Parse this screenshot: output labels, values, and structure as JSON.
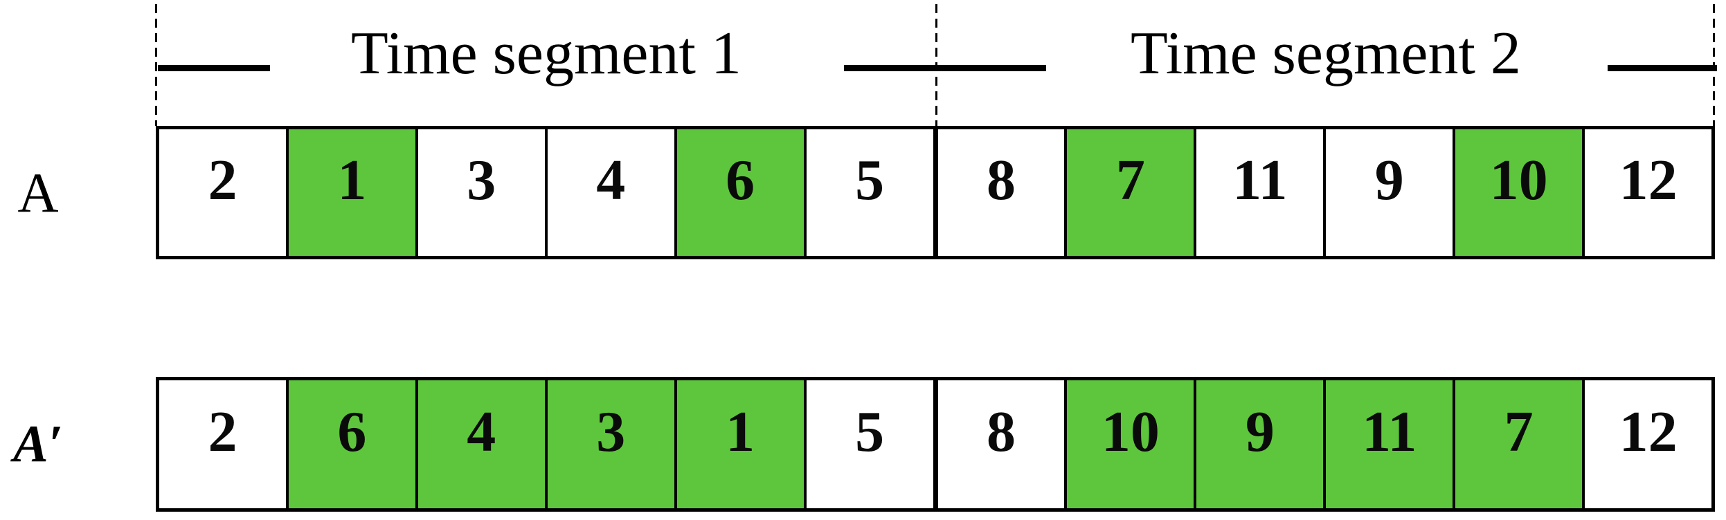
{
  "figure": {
    "segments": [
      {
        "label": "Time segment 1"
      },
      {
        "label": "Time segment 2"
      }
    ],
    "cells_per_segment": 6,
    "rows": [
      {
        "label": "A",
        "cells": [
          {
            "value": "2",
            "highlighted": false
          },
          {
            "value": "1",
            "highlighted": true
          },
          {
            "value": "3",
            "highlighted": false
          },
          {
            "value": "4",
            "highlighted": false
          },
          {
            "value": "6",
            "highlighted": true
          },
          {
            "value": "5",
            "highlighted": false
          },
          {
            "value": "8",
            "highlighted": false
          },
          {
            "value": "7",
            "highlighted": true
          },
          {
            "value": "11",
            "highlighted": false
          },
          {
            "value": "9",
            "highlighted": false
          },
          {
            "value": "10",
            "highlighted": true
          },
          {
            "value": "12",
            "highlighted": false
          }
        ]
      },
      {
        "label": "A′",
        "cells": [
          {
            "value": "2",
            "highlighted": false
          },
          {
            "value": "6",
            "highlighted": true
          },
          {
            "value": "4",
            "highlighted": true
          },
          {
            "value": "3",
            "highlighted": true
          },
          {
            "value": "1",
            "highlighted": true
          },
          {
            "value": "5",
            "highlighted": false
          },
          {
            "value": "8",
            "highlighted": false
          },
          {
            "value": "10",
            "highlighted": true
          },
          {
            "value": "9",
            "highlighted": true
          },
          {
            "value": "11",
            "highlighted": true
          },
          {
            "value": "7",
            "highlighted": true
          },
          {
            "value": "12",
            "highlighted": false
          }
        ]
      }
    ],
    "colors": {
      "highlight_green": "#5ec63c",
      "line_black": "#000000",
      "page_background": "#ffffff"
    }
  }
}
